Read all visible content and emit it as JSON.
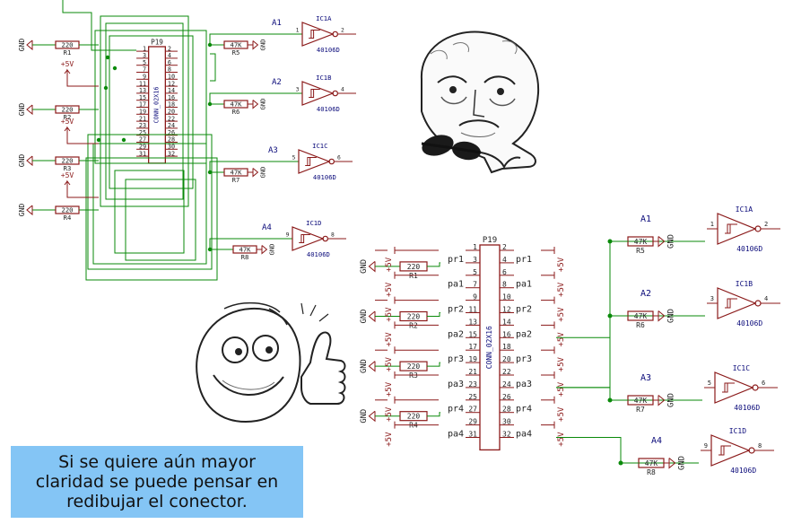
{
  "caption": {
    "text": "Si se quiere aún mayor\nclaridad se puede pensar en\nredibujar el conector."
  },
  "top": {
    "connector": {
      "ref": "P19",
      "value": "CONN_02X16",
      "left_pins": [
        "1",
        "3",
        "5",
        "7",
        "9",
        "11",
        "13",
        "15",
        "17",
        "19",
        "21",
        "23",
        "25",
        "27",
        "29",
        "31"
      ],
      "right_pins": [
        "2",
        "4",
        "6",
        "8",
        "10",
        "12",
        "14",
        "16",
        "18",
        "20",
        "22",
        "24",
        "26",
        "28",
        "30",
        "32"
      ]
    },
    "left_resistors": [
      {
        "ref": "R1",
        "value": "220",
        "gnd": "GND"
      },
      {
        "ref": "R2",
        "value": "220",
        "gnd": "GND"
      },
      {
        "ref": "R3",
        "value": "220",
        "gnd": "GND"
      },
      {
        "ref": "R4",
        "value": "220",
        "gnd": "GND"
      }
    ],
    "supplies": [
      "+5V",
      "+5V",
      "+5V"
    ],
    "gates": [
      {
        "ref": "IC1A",
        "part": "40106D",
        "net": "A1",
        "res": "R5",
        "res_val": "47K",
        "in_pin": "1",
        "out_pin": "2",
        "gnd": "GND"
      },
      {
        "ref": "IC1B",
        "part": "40106D",
        "net": "A2",
        "res": "R6",
        "res_val": "47K",
        "in_pin": "3",
        "out_pin": "4",
        "gnd": "GND"
      },
      {
        "ref": "IC1C",
        "part": "40106D",
        "net": "A3",
        "res": "R7",
        "res_val": "47K",
        "in_pin": "5",
        "out_pin": "6",
        "gnd": "GND"
      },
      {
        "ref": "IC1D",
        "part": "40106D",
        "net": "A4",
        "res": "R8",
        "res_val": "47K",
        "in_pin": "9",
        "out_pin": "8",
        "gnd": "GND"
      }
    ]
  },
  "bottom": {
    "connector": {
      "ref": "P19",
      "value": "CONN_02X16",
      "left_pins": [
        "1",
        "3",
        "5",
        "7",
        "9",
        "11",
        "13",
        "15",
        "17",
        "19",
        "21",
        "23",
        "25",
        "27",
        "29",
        "31"
      ],
      "right_pins": [
        "2",
        "4",
        "6",
        "8",
        "10",
        "12",
        "14",
        "16",
        "18",
        "20",
        "22",
        "24",
        "26",
        "28",
        "30",
        "32"
      ]
    },
    "left_nets": [
      "",
      "pr1",
      "",
      "pa1",
      "",
      "pr2",
      "",
      "pa2",
      "",
      "pr3",
      "",
      "pa3",
      "",
      "pr4",
      "",
      "pa4"
    ],
    "right_nets": [
      "",
      "pr1",
      "",
      "pa1",
      "",
      "pr2",
      "",
      "pa2",
      "",
      "pr3",
      "",
      "pa3",
      "",
      "pr4",
      "",
      "pa4"
    ],
    "left_resistors": [
      {
        "ref": "R1",
        "value": "220",
        "gnd": "GND"
      },
      {
        "ref": "R2",
        "value": "220",
        "gnd": "GND"
      },
      {
        "ref": "R3",
        "value": "220",
        "gnd": "GND"
      },
      {
        "ref": "R4",
        "value": "220",
        "gnd": "GND"
      }
    ],
    "supply": "+5V",
    "gates": [
      {
        "ref": "IC1A",
        "part": "40106D",
        "net": "A1",
        "res": "R5",
        "res_val": "47K",
        "in_pin": "1",
        "out_pin": "2",
        "gnd": "GND"
      },
      {
        "ref": "IC1B",
        "part": "40106D",
        "net": "A2",
        "res": "R6",
        "res_val": "47K",
        "in_pin": "3",
        "out_pin": "4",
        "gnd": "GND"
      },
      {
        "ref": "IC1C",
        "part": "40106D",
        "net": "A3",
        "res": "R7",
        "res_val": "47K",
        "in_pin": "5",
        "out_pin": "6",
        "gnd": "GND"
      },
      {
        "ref": "IC1D",
        "part": "40106D",
        "net": "A4",
        "res": "R8",
        "res_val": "47K",
        "in_pin": "9",
        "out_pin": "8",
        "gnd": "GND"
      }
    ]
  },
  "colors": {
    "wire": "#0a8a0a",
    "component": "#8b1a1a",
    "label": "#0a0a7a",
    "text": "#222222",
    "caption_bg": "#84c5f5"
  }
}
